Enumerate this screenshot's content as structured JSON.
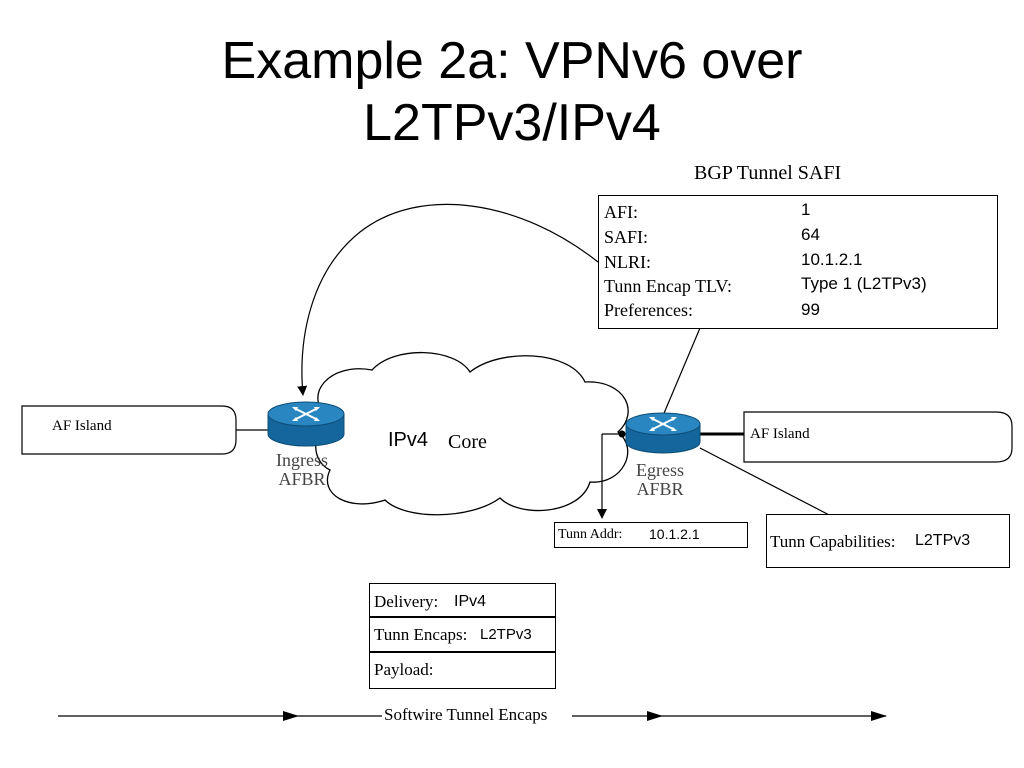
{
  "title_line1": "Example 2a: VPNv6 over",
  "title_line2": "L2TPv3/IPv4",
  "bgp": {
    "header": "BGP Tunnel SAFI",
    "rows": [
      {
        "label": "AFI:",
        "value": "1"
      },
      {
        "label": "SAFI:",
        "value": "64"
      },
      {
        "label": "NLRI:",
        "value": "10.1.2.1"
      },
      {
        "label": "Tunn Encap TLV:",
        "value": "Type 1 (L2TPv3)"
      },
      {
        "label": "Preferences:",
        "value": "99"
      }
    ]
  },
  "left_island": "AF Island",
  "right_island": "AF Island",
  "core": {
    "ipv4": "IPv4",
    "core": "Core"
  },
  "ingress": {
    "line1": "Ingress",
    "line2": "AFBR"
  },
  "egress": {
    "line1": "Egress",
    "line2": "AFBR"
  },
  "tunn_addr": {
    "label": "Tunn Addr:",
    "value": "10.1.2.1"
  },
  "tunn_cap": {
    "label": "Tunn Capabilities:",
    "value": "L2TPv3"
  },
  "stack": {
    "delivery_label": "Delivery:",
    "delivery_value": "IPv4",
    "encaps_label": "Tunn Encaps:",
    "encaps_value": "L2TPv3",
    "payload_label": "Payload:"
  },
  "bottom_label": "Softwire Tunnel Encaps",
  "colors": {
    "router_top": "#2a86c0",
    "router_side": "#15669c"
  }
}
